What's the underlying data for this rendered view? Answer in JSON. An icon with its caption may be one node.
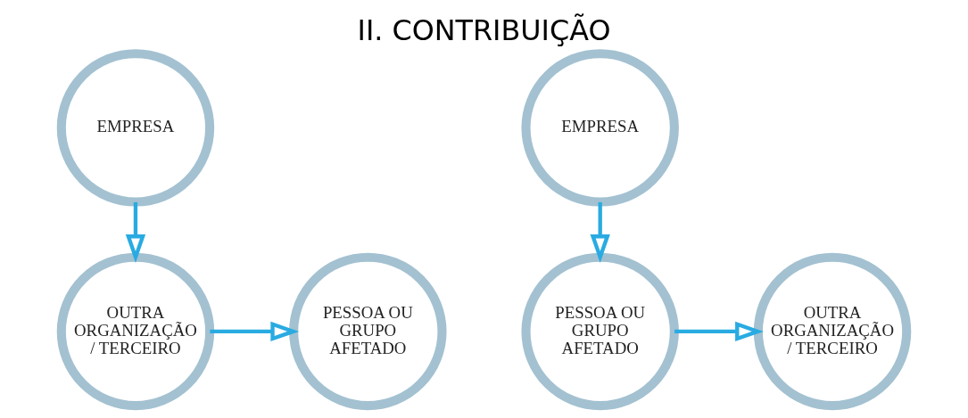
{
  "diagram": {
    "title": "II. CONTRIBUIÇÃO",
    "nodes": [
      {
        "text": [
          "EMPRESA"
        ]
      },
      {
        "text": [
          "EMPRESA"
        ]
      },
      {
        "text": [
          "OUTRA ORGANIZAÇÃO / TERCEIRO"
        ]
      },
      {
        "text": [
          "PESSOA OU GRUPO AFETADO"
        ]
      },
      {
        "text": [
          "OUTRA ORGANIZAÇÃO / TERCEIRO"
        ]
      },
      {
        "text": [
          "PESSOA OU GRUPO AFETADO"
        ]
      }
    ],
    "edges": [
      {
        "from": 0,
        "to": 2,
        "arrow": "to"
      },
      {
        "from": 2,
        "to": 3,
        "arrow": "to"
      },
      {
        "from": 1,
        "to": 5,
        "arrow": "to"
      },
      {
        "from": 5,
        "to": 4,
        "arrow": "to"
      }
    ]
  }
}
